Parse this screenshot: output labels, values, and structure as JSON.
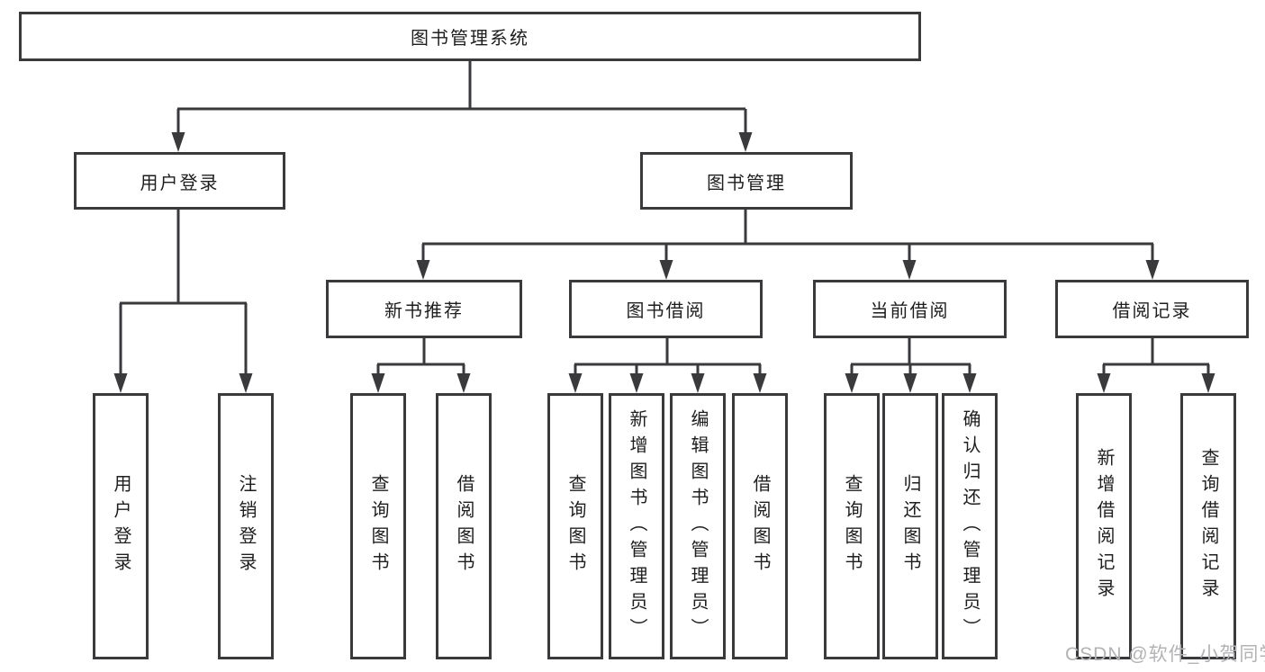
{
  "tree": {
    "label": "图书管理系统",
    "children": [
      {
        "label": "用户登录",
        "children": [
          {
            "label": "用户登录"
          },
          {
            "label": "注销登录"
          }
        ]
      },
      {
        "label": "图书管理",
        "children": [
          {
            "label": "新书推荐",
            "children": [
              {
                "label": "查询图书"
              },
              {
                "label": "借阅图书"
              }
            ]
          },
          {
            "label": "图书借阅",
            "children": [
              {
                "label": "查询图书"
              },
              {
                "label": "新增图书（管理员）"
              },
              {
                "label": "编辑图书（管理员）"
              },
              {
                "label": "借阅图书"
              }
            ]
          },
          {
            "label": "当前借阅",
            "children": [
              {
                "label": "查询图书"
              },
              {
                "label": "归还图书"
              },
              {
                "label": "确认归还（管理员）"
              }
            ]
          },
          {
            "label": "借阅记录",
            "children": [
              {
                "label": "新增借阅记录"
              },
              {
                "label": "查询借阅记录"
              }
            ]
          }
        ]
      }
    ]
  },
  "watermark": {
    "text": "CSDN @软件_小贺同学"
  },
  "colors": {
    "line": "#3a3a3c",
    "box_background": "#ffffff",
    "text": "#1e1e1e",
    "watermark": "#b3b3b6"
  }
}
